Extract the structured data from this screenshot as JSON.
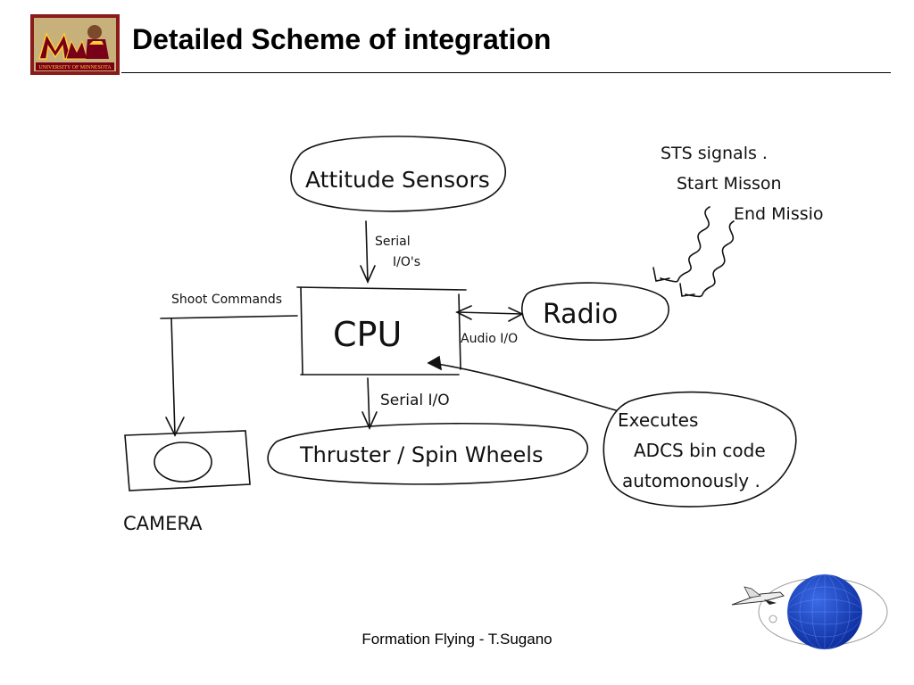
{
  "slide": {
    "title": "Detailed Scheme of integration",
    "footer": "Formation Flying - T.Sugano"
  },
  "logo": {
    "text": "UNIVERSITY OF MINNESOTA",
    "colors": {
      "maroon": "#7a0019",
      "gold": "#ffcc33",
      "frame": "#8b1a1a"
    }
  },
  "diagram": {
    "nodes": {
      "attitude_sensors": "Attitude Sensors",
      "cpu": "CPU",
      "radio": "Radio",
      "thruster": "Thruster / Spin Wheels",
      "camera": "CAMERA",
      "executes_1": "Executes",
      "executes_2": "ADCS bin code",
      "executes_3": "automonously ."
    },
    "edges": {
      "serial_1": "Serial",
      "serial_2": "I/O's",
      "shoot": "Shoot Commands",
      "audio": "Audio I/O",
      "serial_out": "Serial I/O"
    },
    "sts": {
      "line1": "STS signals .",
      "line2": "Start Misson",
      "line3": "End Missio"
    }
  }
}
